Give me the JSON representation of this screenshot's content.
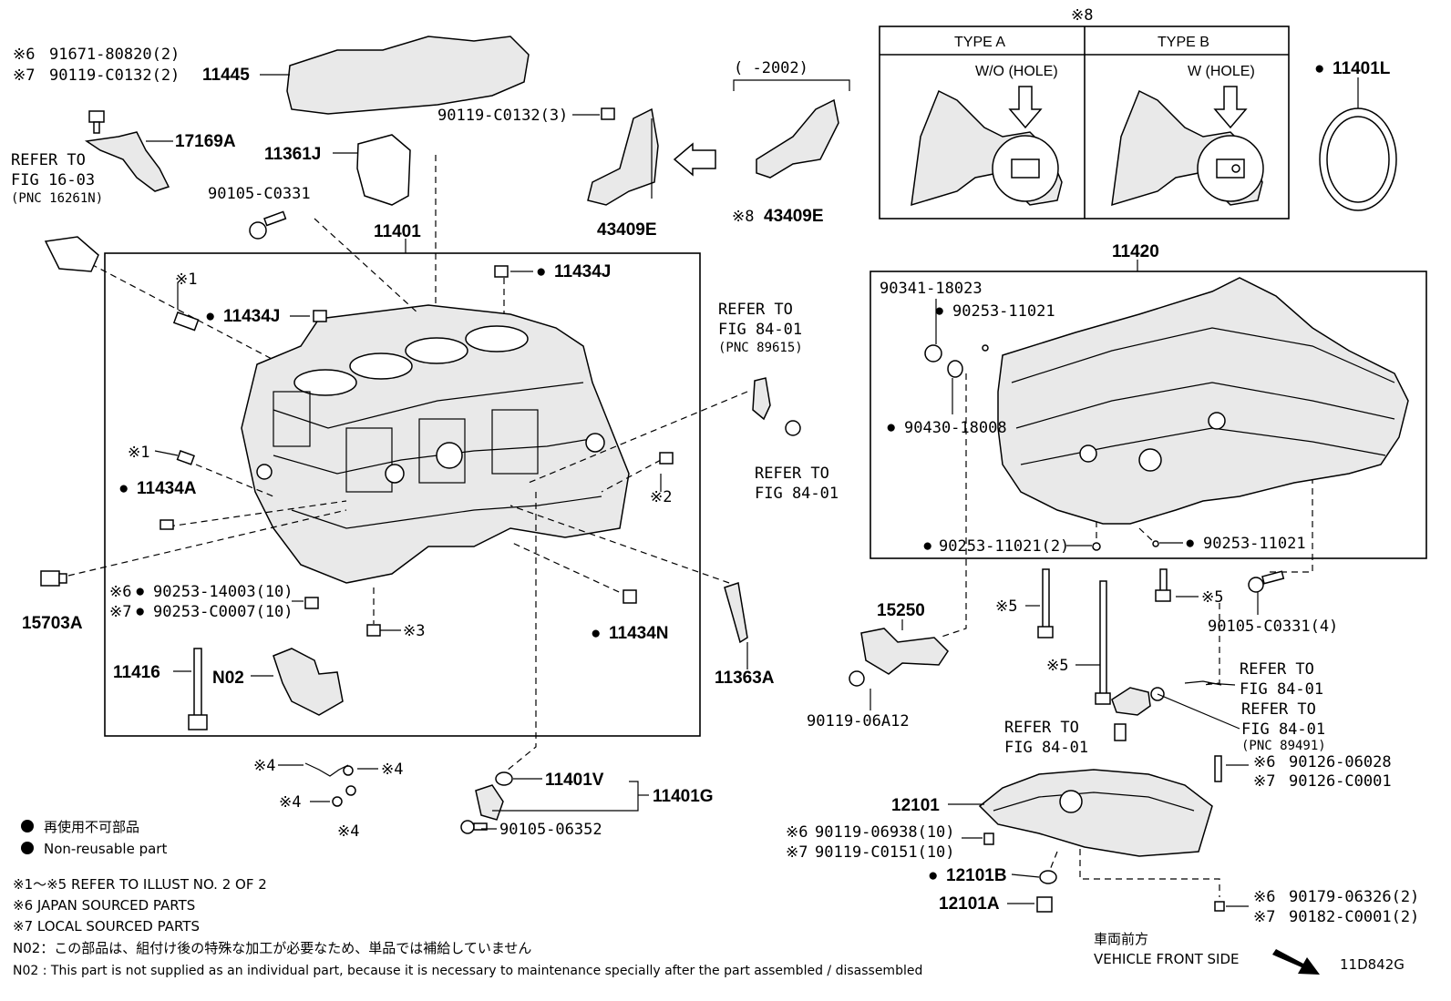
{
  "marks": {
    "n6": "※6",
    "n7": "※7",
    "n8": "※8",
    "n1": "※1",
    "n2": "※2",
    "n3": "※3",
    "n4": "※4",
    "n5": "※5"
  },
  "top_left": {
    "p11445": "11445",
    "n6_bolt": "91671-80820(2)",
    "n7_bolt": "90119-C0132(2)",
    "p17169A": "17169A",
    "refer_1": "REFER TO",
    "refer_2": "FIG 16-03",
    "refer_3": "(PNC 16261N)",
    "p90105_c0331": "90105-C0331",
    "p11361J": "11361J",
    "p11401": "11401"
  },
  "block": {
    "p11434J_top": "11434J",
    "p11434J_left": "11434J",
    "p11434A": "11434A",
    "p15703A": "15703A",
    "p90253_14003": "90253-14003(10)",
    "p90253_C0007": "90253-C0007(10)",
    "p11434N": "11434N",
    "p11416": "11416",
    "pN02": "N02",
    "p11363A": "11363A"
  },
  "middle": {
    "p90119_C0132_3": "90119-C0132(3)",
    "p43409E": "43409E",
    "p43409E_b": "43409E",
    "range": "(      -2002)",
    "refer_a1": "REFER TO",
    "refer_a2": "FIG 84-01",
    "refer_a3": "(PNC 89615)",
    "refer_b1": "REFER TO",
    "refer_b2": "FIG 84-01",
    "p11401V": "11401V",
    "p11401G": "11401G",
    "p90105_06352": "90105-06352"
  },
  "type_box": {
    "type_a": "TYPE A",
    "type_b": "TYPE B",
    "wo_hole": "W/O (HOLE)",
    "w_hole": "W (HOLE)"
  },
  "right": {
    "p11401L": "11401L",
    "p11420": "11420",
    "p90341": "90341-18023",
    "p90253_11021_a": "90253-11021",
    "p90430": "90430-18008",
    "p90253_11021_2": "90253-11021(2)",
    "p90253_11021_b": "90253-11021",
    "p15250": "15250",
    "p90105_C0331_4": "90105-C0331(4)",
    "p90119_06A12": "90119-06A12",
    "refer_c1": "REFER TO",
    "refer_c2": "FIG 84-01",
    "refer_d1": "REFER TO",
    "refer_d2": "FIG 84-01",
    "refer_e1": "REFER TO",
    "refer_e2": "FIG 84-01",
    "refer_e3": "(PNC 89491)",
    "p90126_06028": "90126-06028",
    "p90126_C0001": "90126-C0001",
    "p12101": "12101",
    "p90119_06938": "90119-06938(10)",
    "p90119_C0151": "90119-C0151(10)",
    "p12101B": "12101B",
    "p12101A": "12101A",
    "p90179_06326": "90179-06326(2)",
    "p90182_C0001": "90182-C0001(2)"
  },
  "legend": {
    "nonreuse_jp": "再使用不可部品",
    "nonreuse_en": "Non-reusable part",
    "ref1_5": "※1～※5  REFER TO ILLUST NO. 2 OF 2",
    "japan": "※6  JAPAN SOURCED PARTS",
    "local": "※7  LOCAL SOURCED PARTS",
    "n02_jp": "N02：この部品は、組付け後の特殊な加工が必要なため、単品では補給していません",
    "n02_en": "N02 : This part is not supplied as an individual part, because it is necessary to maintenance specially after the part assembled / disassembled"
  },
  "footer": {
    "front_jp": "車両前方",
    "front_en": "VEHICLE FRONT SIDE",
    "illust_id": "11D842G"
  }
}
